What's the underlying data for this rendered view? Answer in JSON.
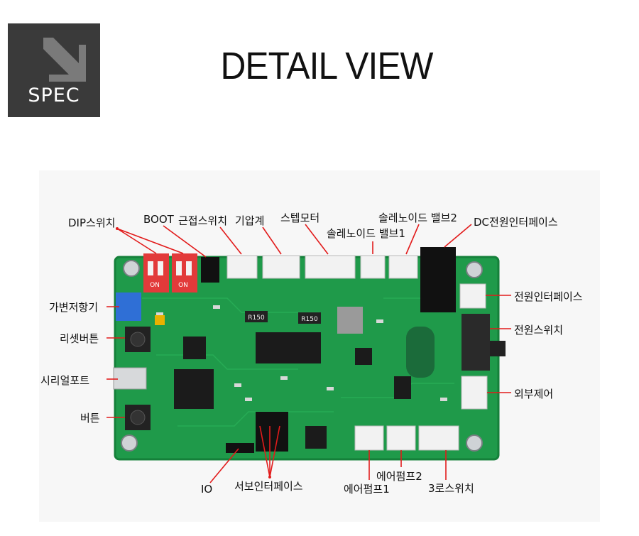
{
  "badge": {
    "text": "SPEC",
    "icon": "arrow-down-right-icon"
  },
  "title": "DETAIL VIEW",
  "labels": {
    "dip": "DIP스위치",
    "boot": "BOOT",
    "proximity": "근접스위치",
    "barometer": "기압계",
    "stepper": "스텝모터",
    "solenoid1": "솔레노이드 밸브1",
    "solenoid2": "솔레노이드 밸브2",
    "dc_power": "DC전원인터페이스",
    "potentiometer": "가변저항기",
    "reset": "리셋버튼",
    "serial": "시리얼포트",
    "button": "버튼",
    "power_if": "전원인터페이스",
    "power_sw": "전원스위치",
    "external": "외부제어",
    "io": "IO",
    "servo": "서보인터페이스",
    "airpump1": "에어펌프1",
    "airpump2": "에어펌프2",
    "switch3": "3로스위치"
  },
  "board": {
    "chip_labels": [
      "R150",
      "R150"
    ],
    "dip_marks": [
      "ON",
      "ON"
    ],
    "colors": {
      "pcb": "#1f9a4a",
      "pcb_dark": "#157a38",
      "label_red": "#e21b1b",
      "dip_red": "#e23a3a"
    }
  }
}
